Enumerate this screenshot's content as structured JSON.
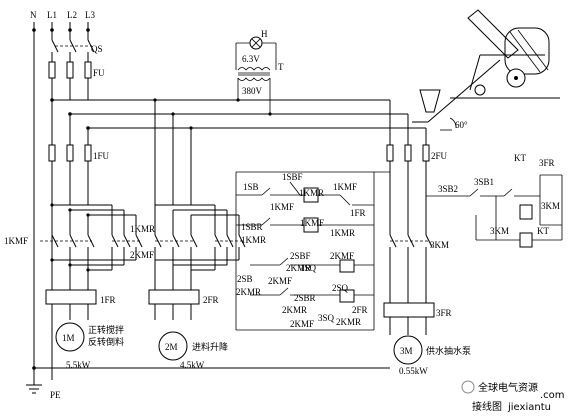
{
  "supply": {
    "phases": [
      "N",
      "L1",
      "L2",
      "L3"
    ],
    "qs": "QS",
    "fu": "FU",
    "fu1": "1FU",
    "fu2": "2FU",
    "pe": "PE"
  },
  "indicator": {
    "lamp": "H",
    "voltage_low": "6.3V",
    "transformer": "T",
    "voltage_high": "380V"
  },
  "contactors": {
    "kmf_main": "1KMF",
    "kmr_1": "1KMR",
    "kmf_2": "2KMF",
    "kmr_2": "2KMR",
    "km_3": "3KM"
  },
  "relays": {
    "fr1": "1FR",
    "fr2": "2FR",
    "fr3": "3FR"
  },
  "motors": [
    {
      "id": "1M",
      "label_line1": "正转搅拌",
      "label_line2": "反转倒料",
      "power": "5.5kW"
    },
    {
      "id": "2M",
      "label_line1": "进料升降",
      "label_line2": "",
      "power": "4.5kW"
    },
    {
      "id": "3M",
      "label_line1": "供水抽水泵",
      "label_line2": "",
      "power": "0.55kW"
    }
  ],
  "control": {
    "sb1": "1SB",
    "sbf1": "1SBF",
    "kmf1_a": "1KMF",
    "kmf1_b": "1KMF",
    "kmr1_a": "1KMR",
    "fr1": "1FR",
    "sbr1": "1SBR",
    "kmr1_b": "1KMR",
    "kmr1_c": "1KMR",
    "kmf1_c": "1KMF",
    "sb2": "2SB",
    "sbf2": "2SBF",
    "kmf2_a": "2KMF",
    "sq1": "1SQ",
    "kmr2_a": "2KMR",
    "kmf2_b": "2KMF",
    "sq2": "2SQ",
    "sbr2": "2SBR",
    "kmr2_b": "2KMR",
    "fr2": "2FR",
    "kmf2_c": "2KMF",
    "sq3": "3SQ",
    "kmr2_c": "2KMR",
    "sb3_2": "3SB2",
    "sb3_1": "3SB1",
    "kt_top": "KT",
    "fr3": "3FR",
    "km3_coil": "3KM",
    "km3_aux": "3KM",
    "kt_coil": "KT"
  },
  "mixer": {
    "angle": "60°"
  },
  "watermark": {
    "brand": "全球电气资源",
    "site": "jiexiantu",
    "logo_text": "接线图",
    "com": ".com"
  }
}
